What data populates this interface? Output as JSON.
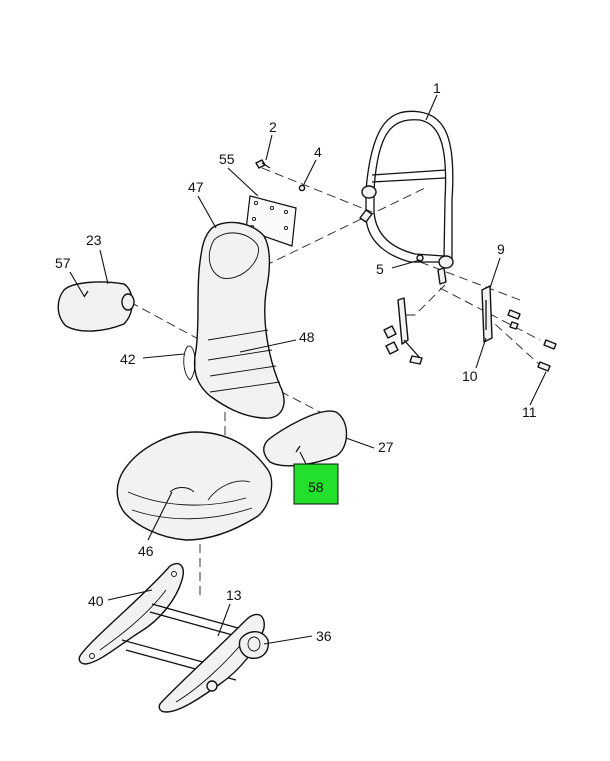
{
  "callouts": [
    {
      "id": "1",
      "label": "1"
    },
    {
      "id": "2",
      "label": "2"
    },
    {
      "id": "4",
      "label": "4"
    },
    {
      "id": "5",
      "label": "5"
    },
    {
      "id": "9",
      "label": "9"
    },
    {
      "id": "10",
      "label": "10"
    },
    {
      "id": "11",
      "label": "11"
    },
    {
      "id": "13",
      "label": "13"
    },
    {
      "id": "23",
      "label": "23"
    },
    {
      "id": "27",
      "label": "27"
    },
    {
      "id": "36",
      "label": "36"
    },
    {
      "id": "40",
      "label": "40"
    },
    {
      "id": "42",
      "label": "42"
    },
    {
      "id": "46",
      "label": "46"
    },
    {
      "id": "47",
      "label": "47"
    },
    {
      "id": "48",
      "label": "48"
    },
    {
      "id": "55",
      "label": "55"
    },
    {
      "id": "57",
      "label": "57"
    }
  ],
  "highlight": {
    "label": "58",
    "color": "#22e02c"
  }
}
